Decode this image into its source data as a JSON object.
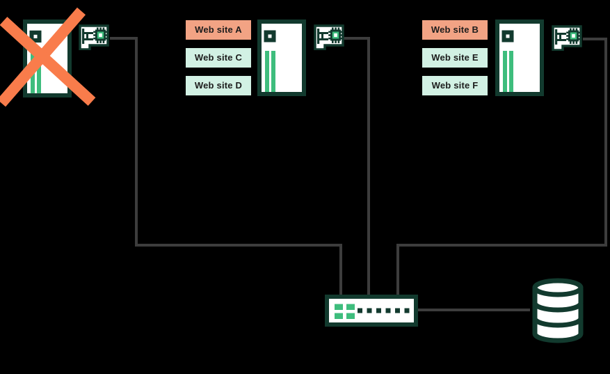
{
  "diagram": {
    "title": "web-server-failover-network-diagram",
    "background": "#000000",
    "palette": {
      "outline_dark": "#123a2e",
      "accent_green": "#3ebd7d",
      "primary_label_bg": "#f2a384",
      "secondary_label_bg": "#d2f1e4",
      "failure_cross": "#f97c4b",
      "connector_line": "#3d3d3d",
      "label_text": "#1c1c1c",
      "icon_fill": "#ffffff"
    },
    "nodes": {
      "failed_server": {
        "icon": "server-icon",
        "nic_icon": "network-card-icon",
        "status": "failed",
        "marker": "orange-x-cross"
      },
      "server_2": {
        "icon": "server-icon",
        "nic_icon": "network-card-icon",
        "websites": [
          {
            "label": "Web site A",
            "style": "primary"
          },
          {
            "label": "Web site C",
            "style": "secondary"
          },
          {
            "label": "Web site D",
            "style": "secondary"
          }
        ]
      },
      "server_3": {
        "icon": "server-icon",
        "nic_icon": "network-card-icon",
        "websites": [
          {
            "label": "Web site B",
            "style": "primary"
          },
          {
            "label": "Web site E",
            "style": "secondary"
          },
          {
            "label": "Web site F",
            "style": "secondary"
          }
        ]
      },
      "switch": {
        "icon": "network-switch-icon"
      },
      "database": {
        "icon": "database-icon"
      }
    },
    "connections": [
      "failed_server -> switch",
      "server_2 -> switch",
      "server_3 -> switch",
      "switch -> database"
    ]
  }
}
